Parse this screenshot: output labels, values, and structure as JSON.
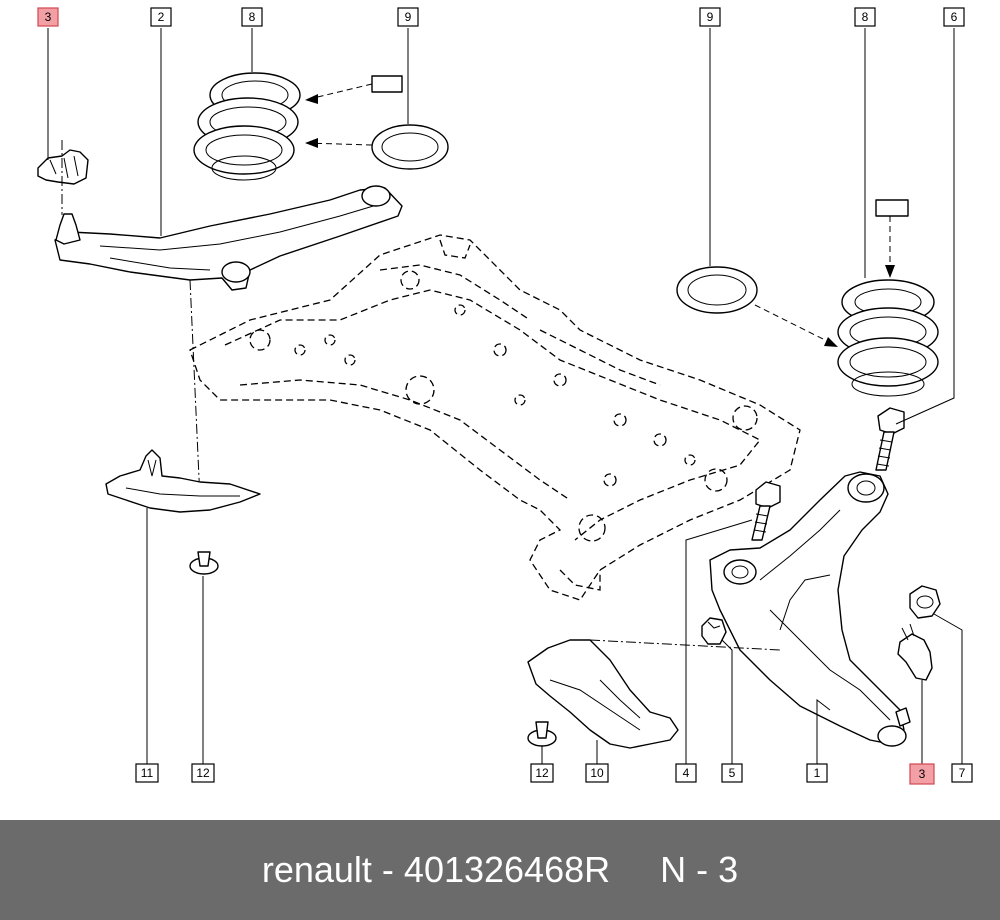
{
  "callouts": [
    {
      "id": "c3a",
      "label": "3",
      "highlight": true
    },
    {
      "id": "c2",
      "label": "2",
      "highlight": false
    },
    {
      "id": "c8a",
      "label": "8",
      "highlight": false
    },
    {
      "id": "c9a",
      "label": "9",
      "highlight": false
    },
    {
      "id": "c9b",
      "label": "9",
      "highlight": false
    },
    {
      "id": "c8b",
      "label": "8",
      "highlight": false
    },
    {
      "id": "c6",
      "label": "6",
      "highlight": false
    },
    {
      "id": "c11",
      "label": "11",
      "highlight": false
    },
    {
      "id": "c12a",
      "label": "12",
      "highlight": false
    },
    {
      "id": "c12b",
      "label": "12",
      "highlight": false
    },
    {
      "id": "c10",
      "label": "10",
      "highlight": false
    },
    {
      "id": "c4",
      "label": "4",
      "highlight": false
    },
    {
      "id": "c5",
      "label": "5",
      "highlight": false
    },
    {
      "id": "c1",
      "label": "1",
      "highlight": false
    },
    {
      "id": "c3b",
      "label": "3",
      "highlight": true
    },
    {
      "id": "c7",
      "label": "7",
      "highlight": false
    }
  ],
  "colors": {
    "highlight_fill": "#f2a0a6",
    "highlight_stroke": "#d0454f",
    "footer_bg": "#6b6b6b",
    "footer_text": "#ffffff"
  },
  "footer": {
    "text": "renault - 401326468R     N - 3"
  }
}
